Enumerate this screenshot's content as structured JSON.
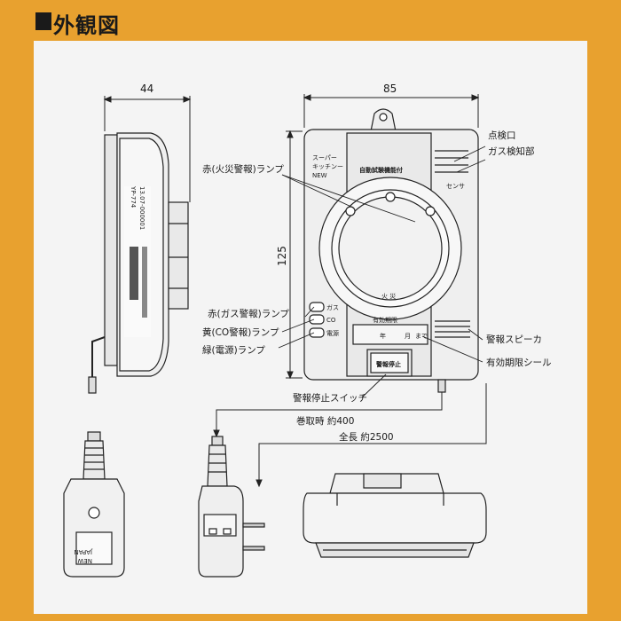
{
  "header": {
    "title": "外観図"
  },
  "dimensions": {
    "width_side": "44",
    "width_front": "85",
    "height_front": "125",
    "cord_wound": "巻取時 約400",
    "cord_total": "全長 約2500"
  },
  "callouts": {
    "fire_lamp": "赤(火災警報)ランプ",
    "gas_lamp": "赤(ガス警報)ランプ",
    "co_lamp": "黄(CO警報)ランプ",
    "power_lamp": "緑(電源)ランプ",
    "inspection_port": "点検口",
    "gas_sensor": "ガス検知部",
    "alarm_speaker": "警報スピーカ",
    "expiry_seal": "有効期限シール",
    "stop_switch": "警報停止スイッチ"
  },
  "device_face": {
    "brand_lines": [
      "スーパー",
      "キッチンー",
      "NEW"
    ],
    "auto_test": "自動試験機能付",
    "fire_label": "火 災",
    "lamp_gas": "ガス",
    "lamp_co": "CO",
    "lamp_power": "電源",
    "expiry_title": "有効期限",
    "expiry_year": "年",
    "expiry_month": "月",
    "expiry_month_suffix": "まで",
    "stop_button": "警報停止",
    "sensor_label": "センサ"
  },
  "side_label": {
    "model": "YP-774",
    "serial": "13.07-000001"
  },
  "plug_label": {
    "line1": "JAPAN",
    "line2": "NEW"
  }
}
